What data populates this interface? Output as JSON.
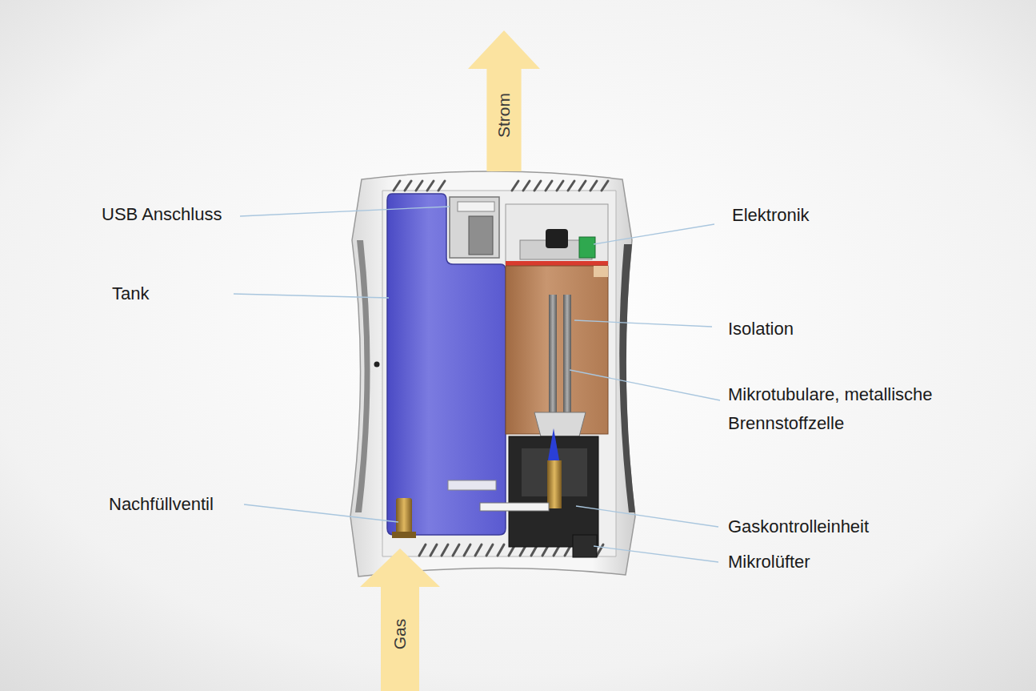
{
  "diagram": {
    "nodes": [
      {
        "text": [
          "Strom"
        ]
      },
      {
        "text": [
          "Gas"
        ]
      }
    ],
    "labels": [
      "USB Anschluss",
      "Elektronik",
      "Tank",
      "Isolation",
      "Mikrotubulare, metallische Brennstoffzelle",
      "Nachfüllventil",
      "Gaskontrolleinheit",
      "Mikrolüfter"
    ]
  }
}
